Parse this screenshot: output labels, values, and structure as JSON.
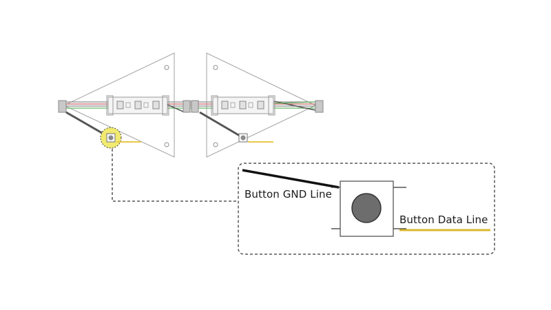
{
  "labels": {
    "gnd_line": "Button GND Line",
    "data_line": "Button Data Line"
  },
  "colors": {
    "outline": "#9a9a9a",
    "wire_dark": "#555555",
    "wire_red": "#c86060",
    "wire_green": "#66b866",
    "wire_grey": "#8a8a8a",
    "data_wire": "#e8c84a",
    "data_wire_zoom": "#d9b830",
    "highlight": "#f1ea70",
    "dash": "#555555",
    "button_body": "#6d6d6d"
  },
  "icons": {
    "led_segment": "rgb-led-strip",
    "push_button": "tactile-button"
  }
}
